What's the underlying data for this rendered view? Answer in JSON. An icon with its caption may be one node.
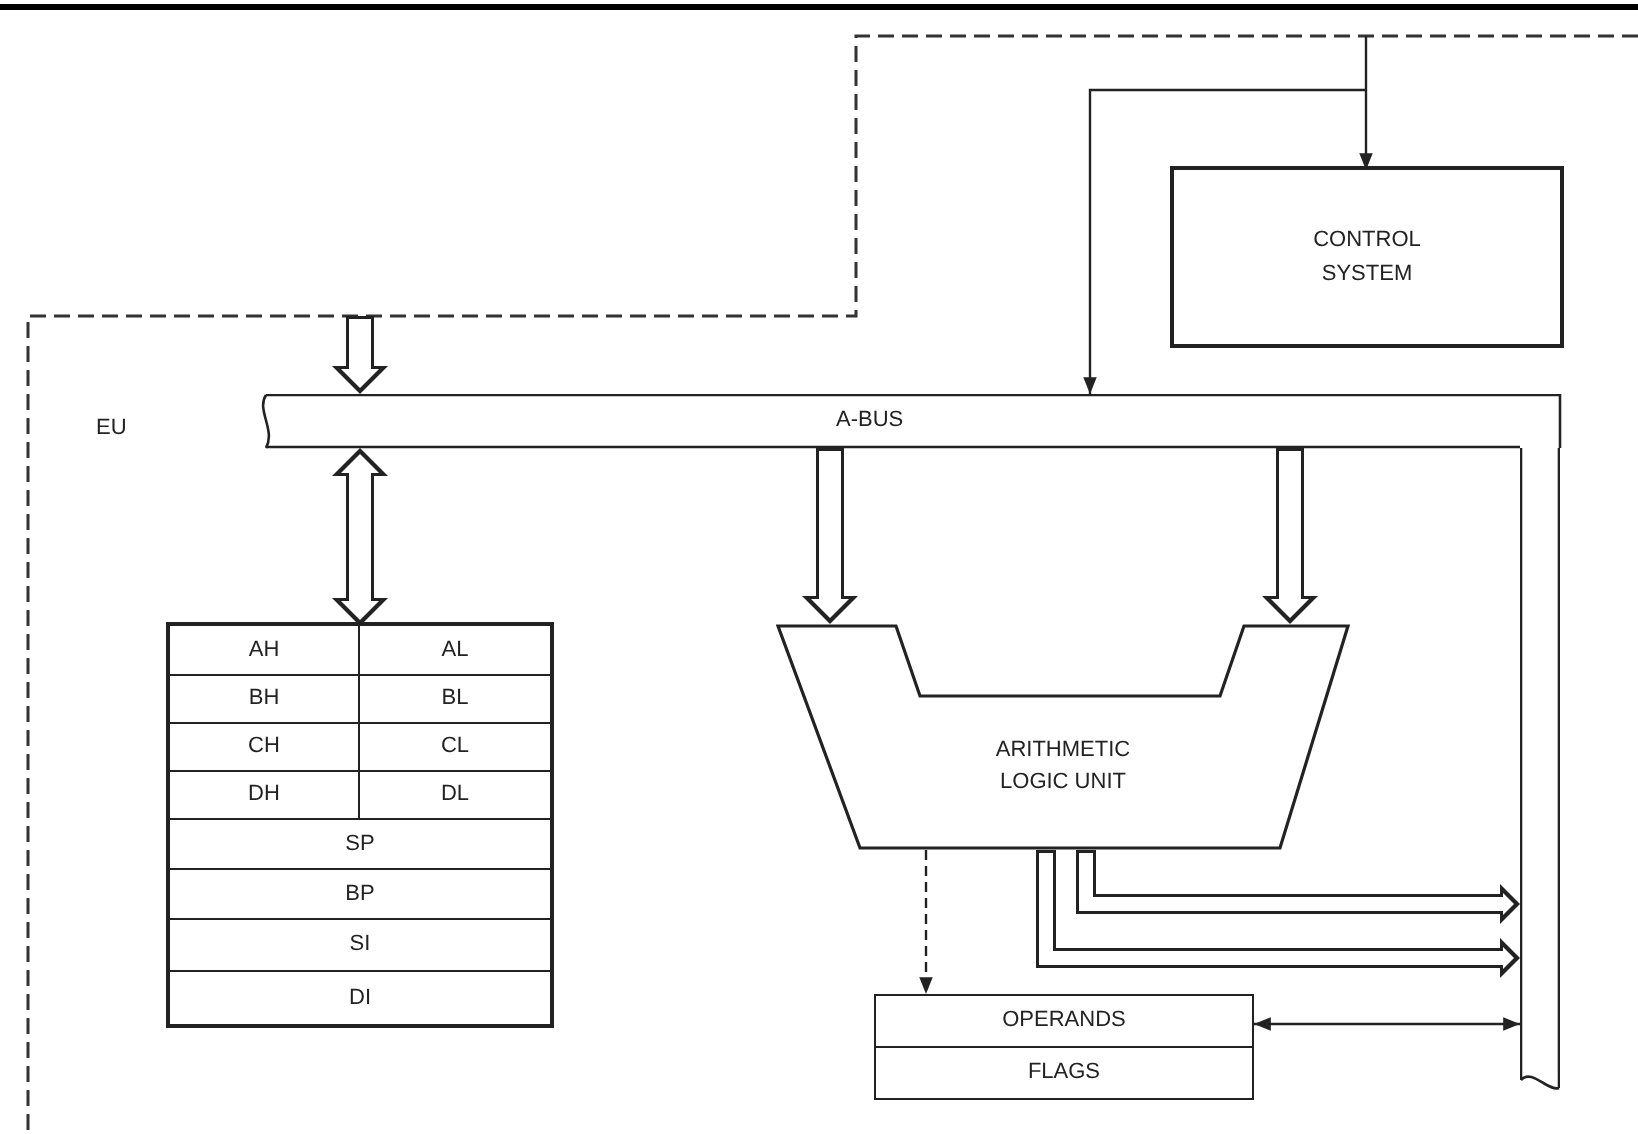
{
  "diagram": {
    "nodes": [
      {
        "text": [
          "A-BUS"
        ]
      },
      {
        "text": [
          "CONTROL SYSTEM"
        ]
      },
      {
        "text": [],
        "shape": "box"
      },
      {
        "text": [
          "AH"
        ],
        "in": 2
      },
      {
        "text": [
          "AL"
        ],
        "in": 2
      },
      {
        "text": [
          "BH"
        ],
        "in": 2
      },
      {
        "text": [
          "BL"
        ],
        "in": 2
      },
      {
        "text": [
          "CH"
        ],
        "in": 2
      },
      {
        "text": [
          "CL"
        ],
        "in": 2
      },
      {
        "text": [
          "DH"
        ],
        "in": 2
      },
      {
        "text": [
          "DL"
        ],
        "in": 2
      },
      {
        "text": [
          "SP"
        ],
        "in": 2
      },
      {
        "text": [
          "BP"
        ],
        "in": 2
      },
      {
        "text": [
          "SI"
        ],
        "in": 2
      },
      {
        "text": [
          "DI"
        ],
        "in": 2
      },
      {
        "text": [
          "ARITHMETIC LOGIC UNIT"
        ]
      },
      {
        "text": [],
        "shape": "bar"
      },
      {
        "text": [
          "OPERANDS",
          "FLAGS"
        ]
      }
    ],
    "edges": [
      {
        "from": null,
        "to": 0,
        "arrow": "to"
      },
      {
        "from": 0,
        "to": 2,
        "arrow": "both"
      },
      {
        "from": null,
        "to": 1,
        "arrow": "to"
      },
      {
        "from": null,
        "to": 0,
        "arrow": "to"
      },
      {
        "from": 0,
        "to": 15,
        "arrow": "to"
      },
      {
        "from": 0,
        "to": 15,
        "arrow": "to"
      },
      {
        "from": 15,
        "to": 17,
        "arrow": "to",
        "style": "dashed"
      },
      {
        "from": 15,
        "to": 16,
        "arrow": "to"
      },
      {
        "from": 15,
        "to": 16,
        "arrow": "to"
      },
      {
        "from": 17,
        "to": 16,
        "arrow": "both"
      }
    ],
    "labels": [
      "EU"
    ]
  }
}
